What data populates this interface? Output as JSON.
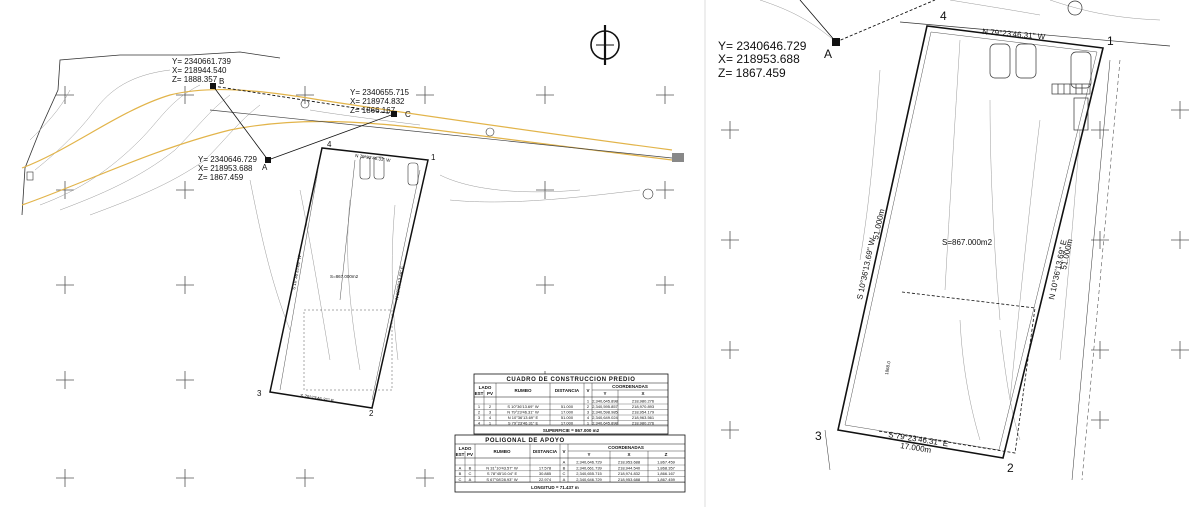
{
  "left_plan": {
    "point_b": {
      "y": "Y= 2340661.739",
      "x": "X= 218944.540",
      "z": "Z= 1888.357",
      "tag": "B"
    },
    "point_c": {
      "y": "Y= 2340655.715",
      "x": "X= 218974.832",
      "z": "Z= 1866.167",
      "tag": "C"
    },
    "point_a": {
      "y": "Y= 2340646.729",
      "x": "X= 218953.688",
      "z": "Z= 1867.459",
      "tag": "A"
    },
    "vertices": [
      "1",
      "2",
      "3",
      "4"
    ],
    "area_label": "S=867.000m2",
    "bearing_top": "N 79°23'46.31\" W",
    "bearing_left": "S 10°36'13.69\" W",
    "bearing_right": "N 10°36'13.69\" E",
    "bearing_bottom": "S 79°23'46.31\" E"
  },
  "right_plan": {
    "point_a": {
      "y": "Y= 2340646.729",
      "x": "X= 218953.688",
      "z": "Z= 1867.459",
      "tag": "A"
    },
    "vertices": [
      "1",
      "2",
      "3",
      "4"
    ],
    "area_label": "S=867.000m2",
    "bearing_top": "N 79°23'46.31\" W",
    "bearing_left": "S 10°36'13.69\" W",
    "bearing_right": "N 10°36'13.69\" E",
    "bearing_bottom": "S 79°23'46.31\" E",
    "dim_side_left": "51.000m",
    "dim_side_right": "51.000m",
    "dim_bottom": "17.000m",
    "contour_label": "1868.0"
  },
  "table_construction": {
    "title": "CUADRO DE CONSTRUCCION PREDIO",
    "col_lado": "LADO",
    "col_est": "EST",
    "col_pv": "PV",
    "col_rumbo": "RUMBO",
    "col_dist": "DISTANCIA",
    "col_v": "V",
    "col_coord": "COORDENADAS",
    "col_y": "Y",
    "col_x": "X",
    "rows": [
      [
        "",
        "",
        "",
        "",
        "1",
        "2,340,645.898",
        "218,980.276"
      ],
      [
        "1",
        "2",
        "S 10°36'13.69\" W",
        "51.000",
        "2",
        "2,340,595.857",
        "218,970.893"
      ],
      [
        "2",
        "3",
        "N 79°23'46.31\" W",
        "17.000",
        "3",
        "2,340,598.985",
        "218,954.179"
      ],
      [
        "3",
        "4",
        "N 10°36'13.69\" E",
        "51.000",
        "4",
        "2,340,649.024",
        "218,963.561"
      ],
      [
        "4",
        "1",
        "S 79°23'46.31\" E",
        "17.000",
        "1",
        "2,340,645.898",
        "218,980.276"
      ]
    ],
    "superficie": "SUPERFICIE = 867.000 m2"
  },
  "table_apoyo": {
    "title": "POLIGONAL DE APOYO",
    "col_lado": "LADO",
    "col_est": "EST",
    "col_pv": "PV",
    "col_rumbo": "RUMBO",
    "col_dist": "DISTANCIA",
    "col_v": "V",
    "col_coord": "COORDENADAS",
    "col_y": "Y",
    "col_x": "X",
    "col_z": "Z",
    "rows": [
      [
        "",
        "",
        "",
        "",
        "A",
        "2,340,646.729",
        "218,953.688",
        "1,867.459"
      ],
      [
        "A",
        "B",
        "N 31°10'43.57\" W",
        "17.578",
        "B",
        "2,340,661.739",
        "218,944.540",
        "1,868.357"
      ],
      [
        "B",
        "C",
        "S 78°45'10.04\" E",
        "30.885",
        "C",
        "2,340,655.715",
        "218,974.832",
        "1,866.167"
      ],
      [
        "C",
        "A",
        "S 67°08'28.93\" W",
        "22.974",
        "A",
        "2,340,646.729",
        "218,953.688",
        "1,867.459"
      ]
    ],
    "longitud": "LONGITUD = 71.437 m"
  },
  "colors": {
    "line": "#222222",
    "road": "#e2b44a",
    "contour": "#9a9a9a",
    "cross": "#555555"
  }
}
